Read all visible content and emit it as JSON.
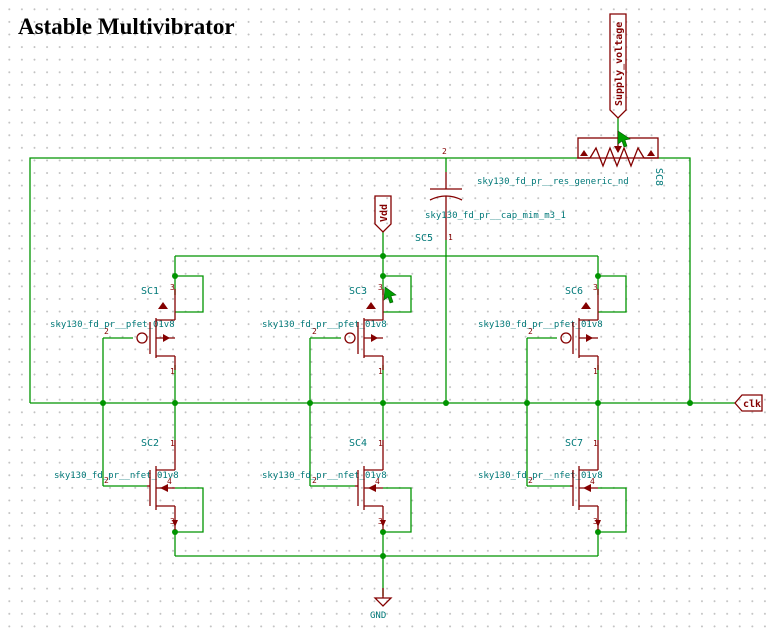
{
  "title": "Astable Multivibrator",
  "transistors": [
    {
      "ref": "SC1",
      "model": "sky130_fd_pr__pfet_01v8",
      "pin_gate": "2",
      "pin_source": "3",
      "pin_drain": "1"
    },
    {
      "ref": "SC2",
      "model": "sky130_fd_pr__nfet_01v8",
      "pin_gate": "2",
      "pin_body": "4",
      "pin_drain": "1",
      "pin_source": "3"
    },
    {
      "ref": "SC3",
      "model": "sky130_fd_pr__pfet_01v8",
      "pin_gate": "2",
      "pin_source": "3",
      "pin_drain": "1"
    },
    {
      "ref": "SC4",
      "model": "sky130_fd_pr__nfet_01v8",
      "pin_gate": "2",
      "pin_body": "4",
      "pin_drain": "1",
      "pin_source": "3"
    },
    {
      "ref": "SC6",
      "model": "sky130_fd_pr__pfet_01v8",
      "pin_gate": "2",
      "pin_source": "3",
      "pin_drain": "1"
    },
    {
      "ref": "SC7",
      "model": "sky130_fd_pr__nfet_01v8",
      "pin_gate": "2",
      "pin_body": "4",
      "pin_drain": "1",
      "pin_source": "3"
    }
  ],
  "capacitor": {
    "ref": "SC5",
    "model": "sky130_fd_pr__cap_mim_m3_1",
    "pin_top": "2",
    "pin_bottom": "1"
  },
  "resistor": {
    "ref": "SC8",
    "model": "sky130_fd_pr__res_generic_nd"
  },
  "ports": {
    "supply": "Supply_voltage",
    "vdd": "Vdd",
    "clk": "clk",
    "gnd": "GND"
  },
  "colors": {
    "wire": "#009400",
    "component": "#840000",
    "label": "#007878",
    "probe": "#00a000"
  }
}
